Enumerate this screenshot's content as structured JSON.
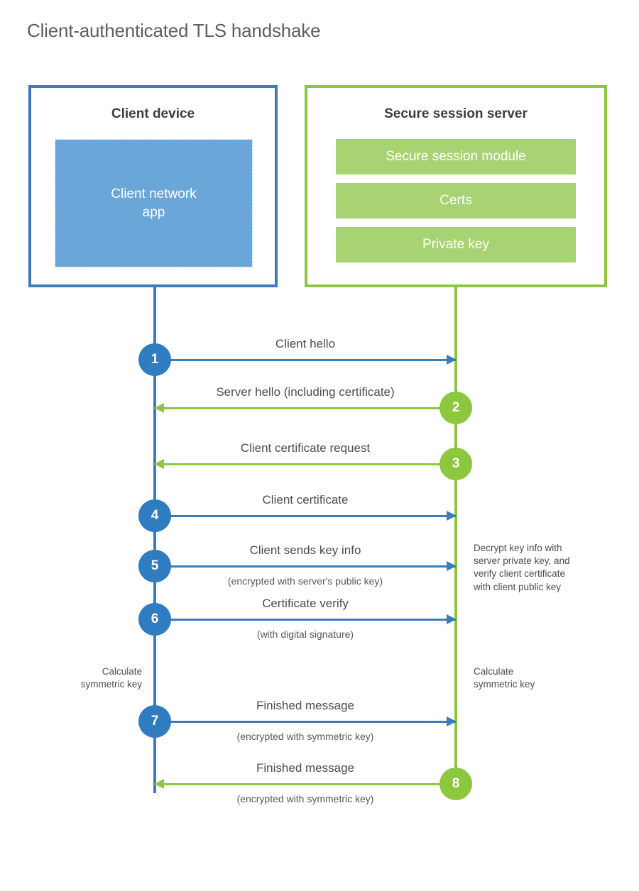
{
  "title": "Client-authenticated TLS handshake",
  "colors": {
    "client_blue": "#3b7cbd",
    "client_circle_blue": "#2f7dc0",
    "client_app_fill": "#6aa6d8",
    "server_green": "#8dc63f",
    "server_bar_fill": "#a7d373",
    "text_dark": "#3a3d41",
    "text_body": "#4a4d50",
    "background": "#ffffff"
  },
  "entities": {
    "client": {
      "title": "Client device",
      "app_label": "Client network\napp"
    },
    "server": {
      "title": "Secure session server",
      "bars": [
        {
          "label": "Secure session module"
        },
        {
          "label": "Certs"
        },
        {
          "label": "Private key"
        }
      ]
    }
  },
  "steps": [
    {
      "number": "1",
      "label": "Client hello",
      "sub": "",
      "direction": "to-server",
      "origin": "client"
    },
    {
      "number": "2",
      "label": "Server hello (including certificate)",
      "sub": "",
      "direction": "to-client",
      "origin": "server"
    },
    {
      "number": "3",
      "label": "Client certificate request",
      "sub": "",
      "direction": "to-client",
      "origin": "server"
    },
    {
      "number": "4",
      "label": "Client certificate",
      "sub": "",
      "direction": "to-server",
      "origin": "client"
    },
    {
      "number": "5",
      "label": "Client sends key info",
      "sub": "(encrypted with server's public key)",
      "direction": "to-server",
      "origin": "client"
    },
    {
      "number": "6",
      "label": "Certificate verify",
      "sub": "(with digital signature)",
      "direction": "to-server",
      "origin": "client"
    },
    {
      "number": "7",
      "label": "Finished message",
      "sub": "(encrypted with symmetric key)",
      "direction": "to-server",
      "origin": "client"
    },
    {
      "number": "8",
      "label": "Finished message",
      "sub": "(encrypted with symmetric key)",
      "direction": "to-client",
      "origin": "server"
    }
  ],
  "notes": {
    "server_decrypt": "Decrypt key info with\nserver private key, and\nverify client certificate\nwith client public key",
    "client_calculate": "Calculate\nsymmetric key",
    "server_calculate": "Calculate\nsymmetric key"
  }
}
